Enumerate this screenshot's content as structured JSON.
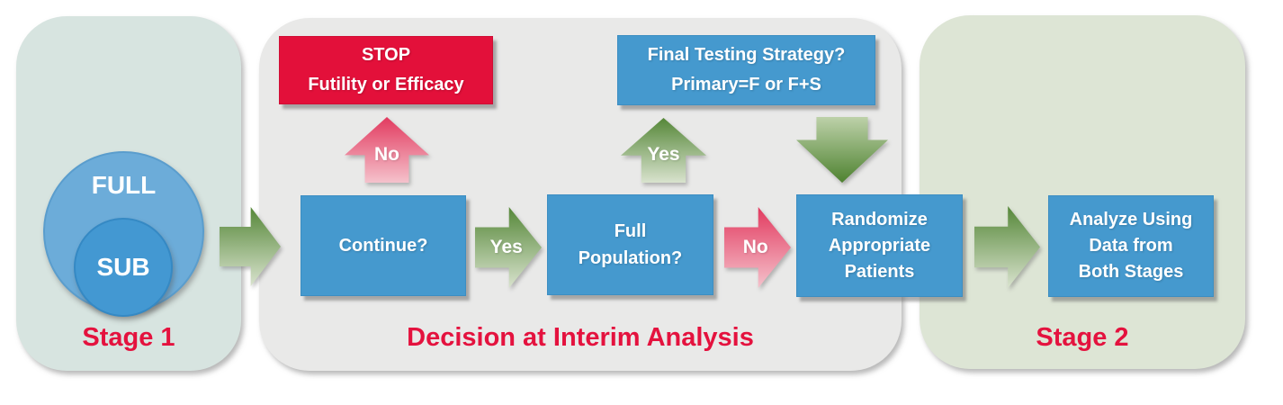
{
  "stage1": {
    "label": "Stage 1",
    "full_circle_label": "FULL",
    "sub_circle_label": "SUB"
  },
  "interim": {
    "label": "Decision at Interim Analysis",
    "stop_box": {
      "line1": "STOP",
      "line2": "Futility or Efficacy"
    },
    "final_box": {
      "line1": "Final Testing Strategy?",
      "line2": "Primary=F or F+S"
    },
    "continue_box": {
      "line1": "Continue?"
    },
    "full_population_box": {
      "line1": "Full",
      "line2": "Population?"
    },
    "randomize_box": {
      "line1": "Randomize",
      "line2": "Appropriate",
      "line3": "Patients"
    },
    "arrow_labels": {
      "no_up": "No",
      "yes_right": "Yes",
      "yes_up": "Yes",
      "no_right": "No"
    }
  },
  "stage2": {
    "label": "Stage 2",
    "analyze_box": {
      "line1": "Analyze Using",
      "line2": "Data from",
      "line3": "Both Stages"
    }
  },
  "colors": {
    "panel_stage1_bg": "#d7e4e0",
    "panel_interim_bg": "#e9e9e8",
    "panel_stage2_bg": "#dde5d5",
    "blue_box": "#4599ce",
    "red_box": "#e3103a",
    "heading_red": "#e4123e",
    "circle_full_blue": "#6cacd9",
    "circle_sub_blue": "#4398d2",
    "green_arrow_dark": "#558738",
    "green_arrow_light": "#d9e3ce",
    "red_arrow_dark": "#e23a5f",
    "red_arrow_light": "#f5c2cc"
  }
}
